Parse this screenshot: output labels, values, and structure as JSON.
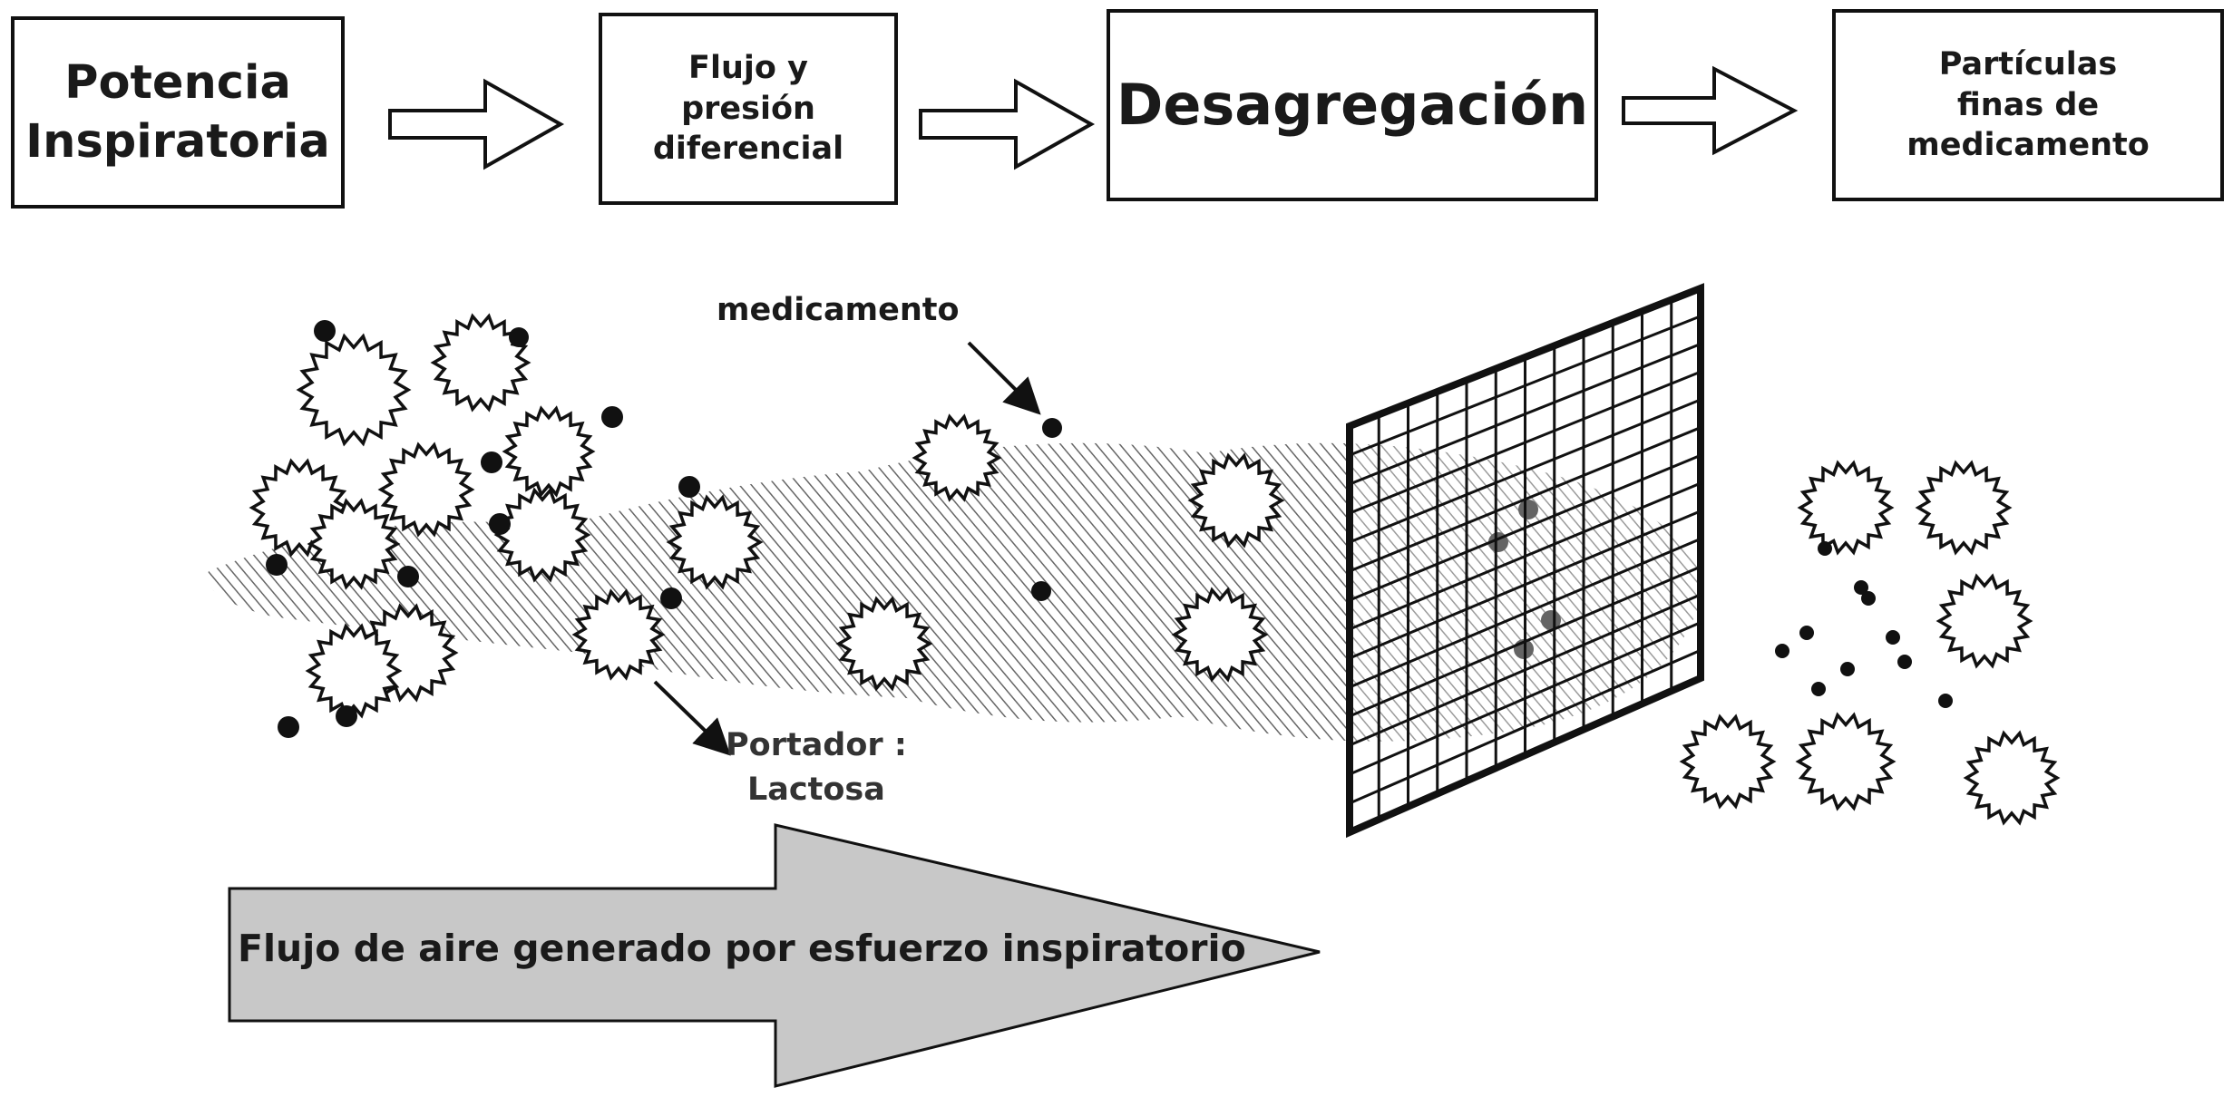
{
  "process_steps": [
    {
      "label": "Potencia\nInspiratoria"
    },
    {
      "label": "Flujo y\npresión\ndiferencial"
    },
    {
      "label": "Desagregación"
    },
    {
      "label": "Partículas\nfinas de\nmedicamento"
    }
  ],
  "labels": {
    "drug": "medicamento",
    "carrier": "Portador :\nLactosa",
    "airflow": "Flujo de aire generado por esfuerzo inspiratorio"
  },
  "colors": {
    "stroke": "#111111",
    "hatch": "#555555",
    "airflow_arrow": "#c8c8c8"
  }
}
